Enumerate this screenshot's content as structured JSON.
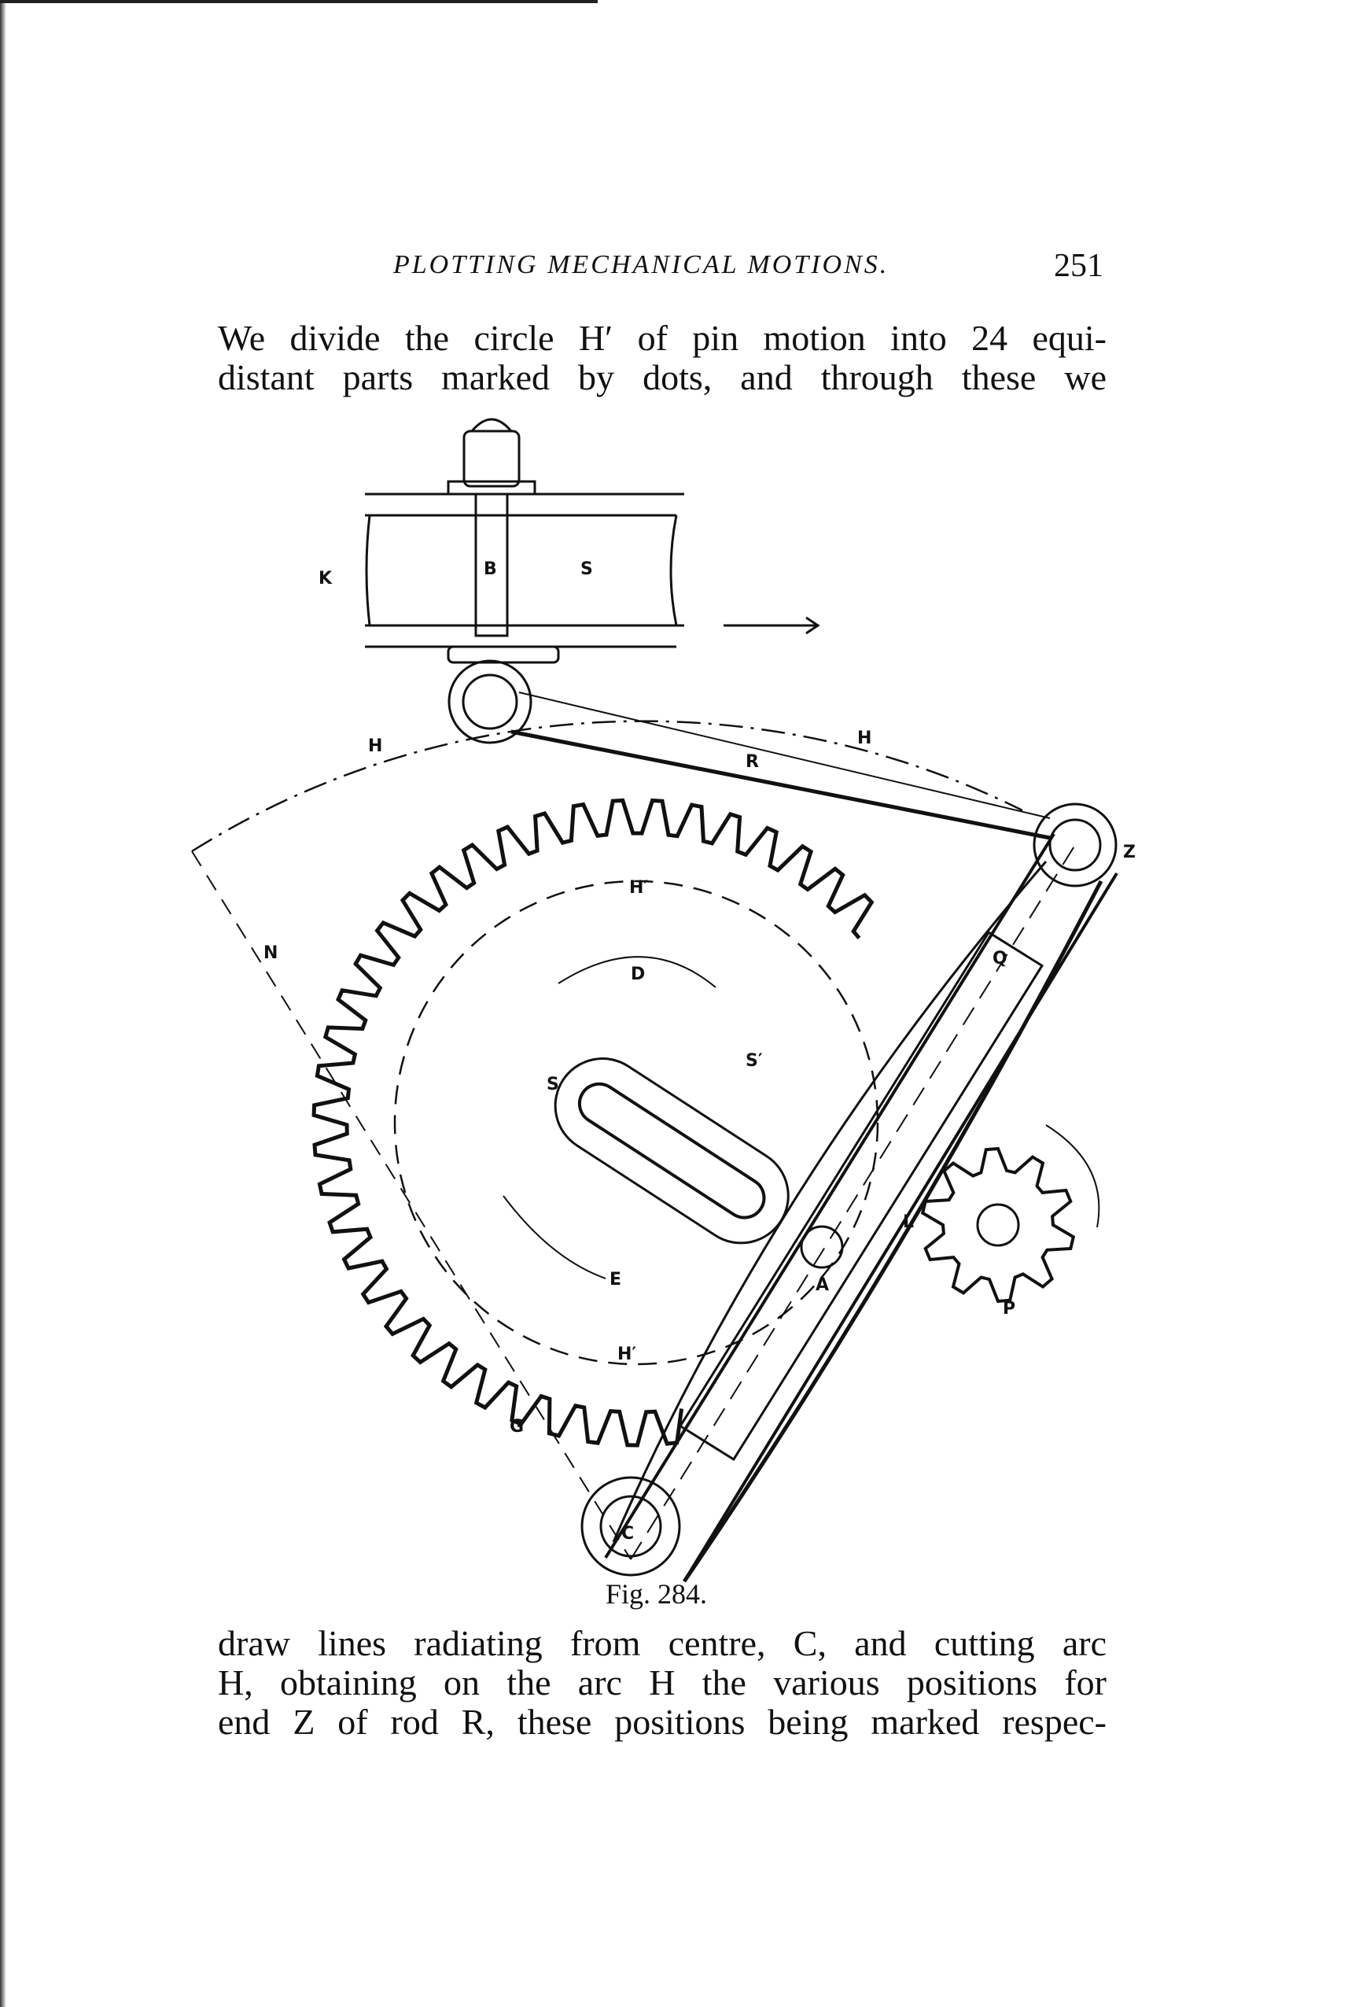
{
  "running_head": "PLOTTING MECHANICAL MOTIONS.",
  "page_number": "251",
  "top_paragraph": [
    "We divide the circle H′ of pin motion into 24 equi-",
    "distant parts marked by dots, and through these we"
  ],
  "figure": {
    "caption": "Fig. 284.",
    "labels": {
      "K": "K",
      "B": "B",
      "S_block": "S",
      "H_left": "H",
      "H_right": "H",
      "R": "R",
      "Z": "Z",
      "N": "N",
      "H_prime_top": "H′",
      "H_prime_bottom": "H′",
      "D": "D",
      "S_slot": "S",
      "S_prime": "S′",
      "E": "E",
      "L": "L",
      "A": "A",
      "P": "P",
      "G": "G",
      "C": "C",
      "Q": "Q"
    }
  },
  "bottom_paragraph": [
    "draw lines radiating from centre, C, and cutting arc",
    "H, obtaining on the arc H the various positions for",
    "end Z of rod R, these positions being marked respec-"
  ]
}
